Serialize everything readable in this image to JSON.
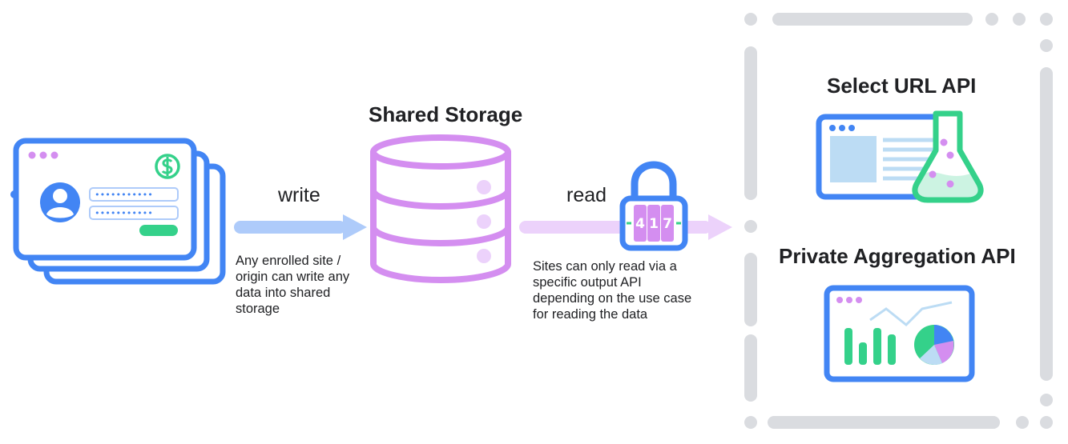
{
  "diagram": {
    "shared_storage": {
      "title": "Shared Storage"
    },
    "write": {
      "label": "write",
      "caption_lines": [
        "Any enrolled site /",
        "origin can write any",
        "data into shared",
        "storage"
      ]
    },
    "read": {
      "label": "read",
      "caption_lines": [
        "Sites can only read via a",
        "specific output API",
        "depending on the use case",
        "for reading the data"
      ],
      "lock_code": [
        "4",
        "1",
        "7"
      ]
    },
    "outputs": [
      {
        "title": "Select URL API"
      },
      {
        "title": "Private Aggregation API"
      }
    ],
    "colors": {
      "blue": "#4285f4",
      "light_blue": "#aecbfa",
      "purple": "#d48ef0",
      "light_purple": "#ecd2fb",
      "green": "#34d18a",
      "gray": "#dadce0"
    }
  }
}
